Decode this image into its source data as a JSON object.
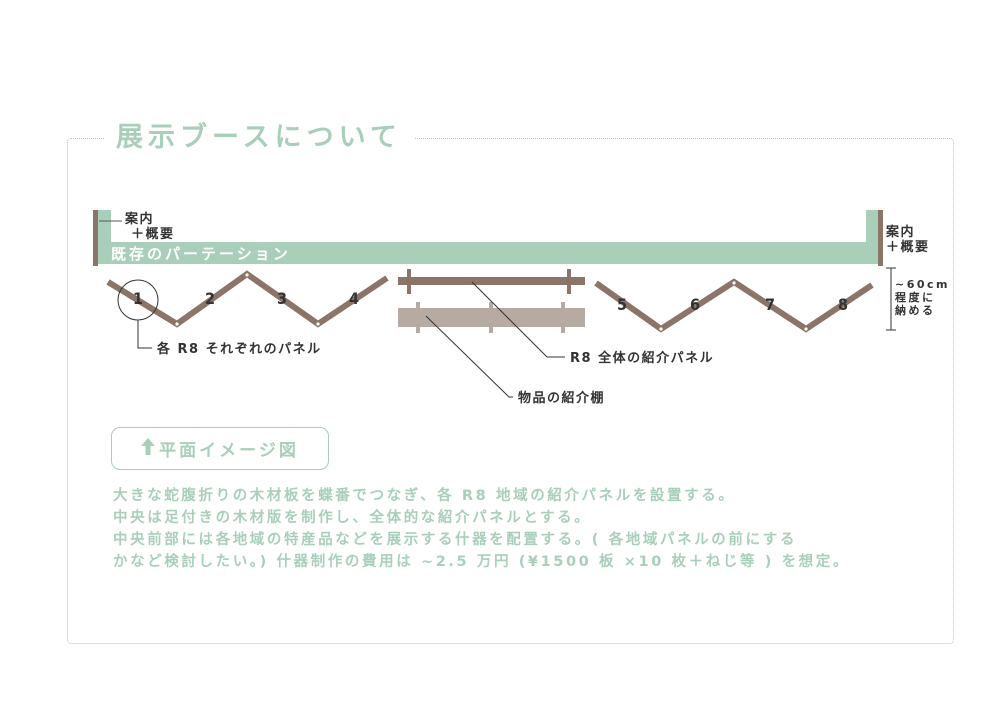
{
  "title": "展示ブースについて",
  "diagram": {
    "partition_label": "既存のパーテーション",
    "info_left": [
      "案内",
      "＋概要"
    ],
    "info_right": [
      "案内",
      "＋概要"
    ],
    "height_note": [
      "~60cm",
      "程度に",
      "納める"
    ],
    "panel_numbers": [
      "1",
      "2",
      "3",
      "4",
      "5",
      "6",
      "7",
      "8"
    ],
    "callout_each_panel": "各 R8 それぞれのパネル",
    "callout_overall_panel": "R8 全体の紹介パネル",
    "callout_shelf": "物品の紹介棚",
    "colors": {
      "partition": "#a9cfbb",
      "wood_dark": "#8a7568",
      "shelf": "#b6aaa2",
      "accent_text": "#a9cfbb"
    }
  },
  "legend": "平面イメージ図",
  "legend_icon": "arrow-up-icon",
  "description": [
    "大きな蛇腹折りの木材板を蝶番でつなぎ、各 R8 地域の紹介パネルを設置する。",
    "中央は足付きの木材版を制作し、全体的な紹介パネルとする。",
    "中央前部には各地域の特産品などを展示する什器を配置する。( 各地域パネルの前にする",
    "かなど検討したい。) 什器制作の費用は ~2.5 万円 (¥1500 板 ×10 枚＋ねじ等 ) を想定。"
  ]
}
